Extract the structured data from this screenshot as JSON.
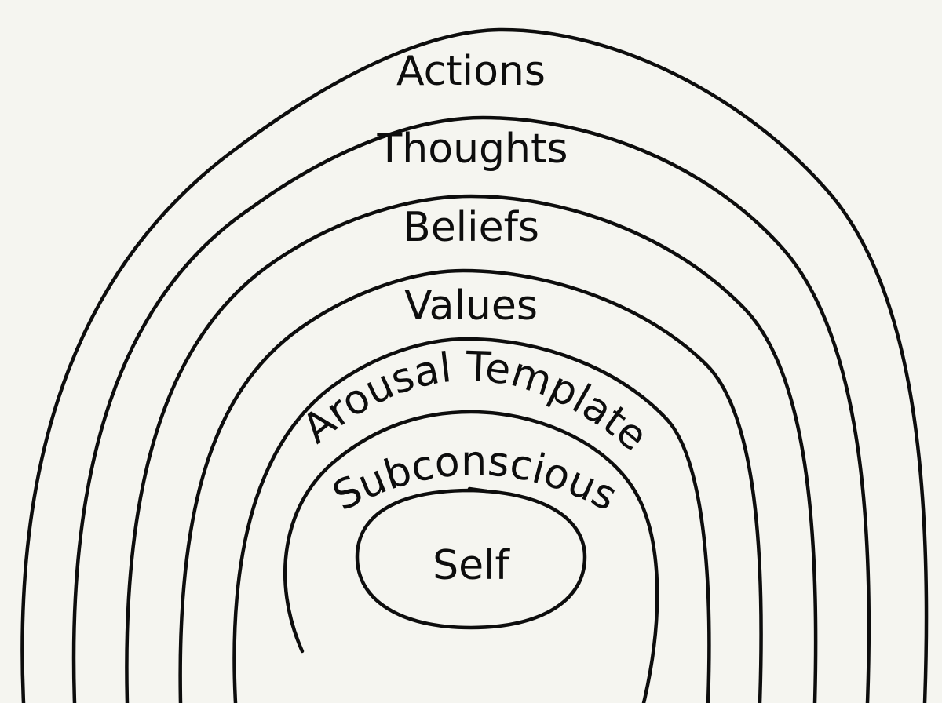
{
  "diagram": {
    "layers": {
      "actions": "Actions",
      "thoughts": "Thoughts",
      "beliefs": "Beliefs",
      "values": "Values",
      "arousal_template": "Arousal Template",
      "subconscious": "Subconscious",
      "self": "Self"
    },
    "colors": {
      "background": "#f5f5f0",
      "ink": "#0d0d0d"
    }
  }
}
